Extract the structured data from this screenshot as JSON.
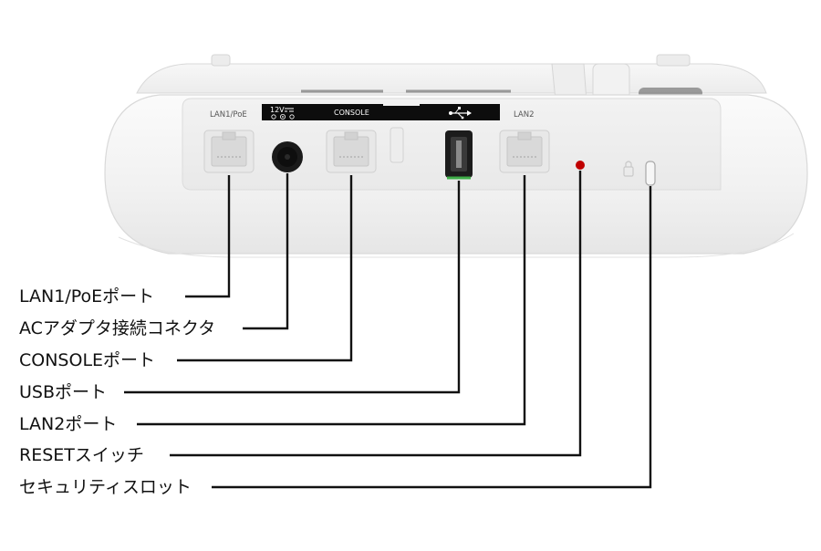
{
  "panel": {
    "lan1_label": "LAN1/PoE",
    "dc_label": "12V",
    "console_label": "CONSOLE",
    "lan2_label": "LAN2"
  },
  "callouts": [
    {
      "id": "lan1-poe-port",
      "label": "LAN1/PoEポート"
    },
    {
      "id": "ac-adapter-connector",
      "label": "ACアダプタ接続コネクタ"
    },
    {
      "id": "console-port",
      "label": "CONSOLEポート"
    },
    {
      "id": "usb-port",
      "label": "USBポート"
    },
    {
      "id": "lan2-port",
      "label": "LAN2ポート"
    },
    {
      "id": "reset-switch",
      "label": "RESETスイッチ"
    },
    {
      "id": "security-slot",
      "label": "セキュリティスロット"
    }
  ],
  "colors": {
    "device_body": "#f4f4f4",
    "label_strip": "#0d0d0d",
    "reset_led": "#c00000",
    "usb_green": "#3fae49",
    "leader_line": "#111111"
  }
}
